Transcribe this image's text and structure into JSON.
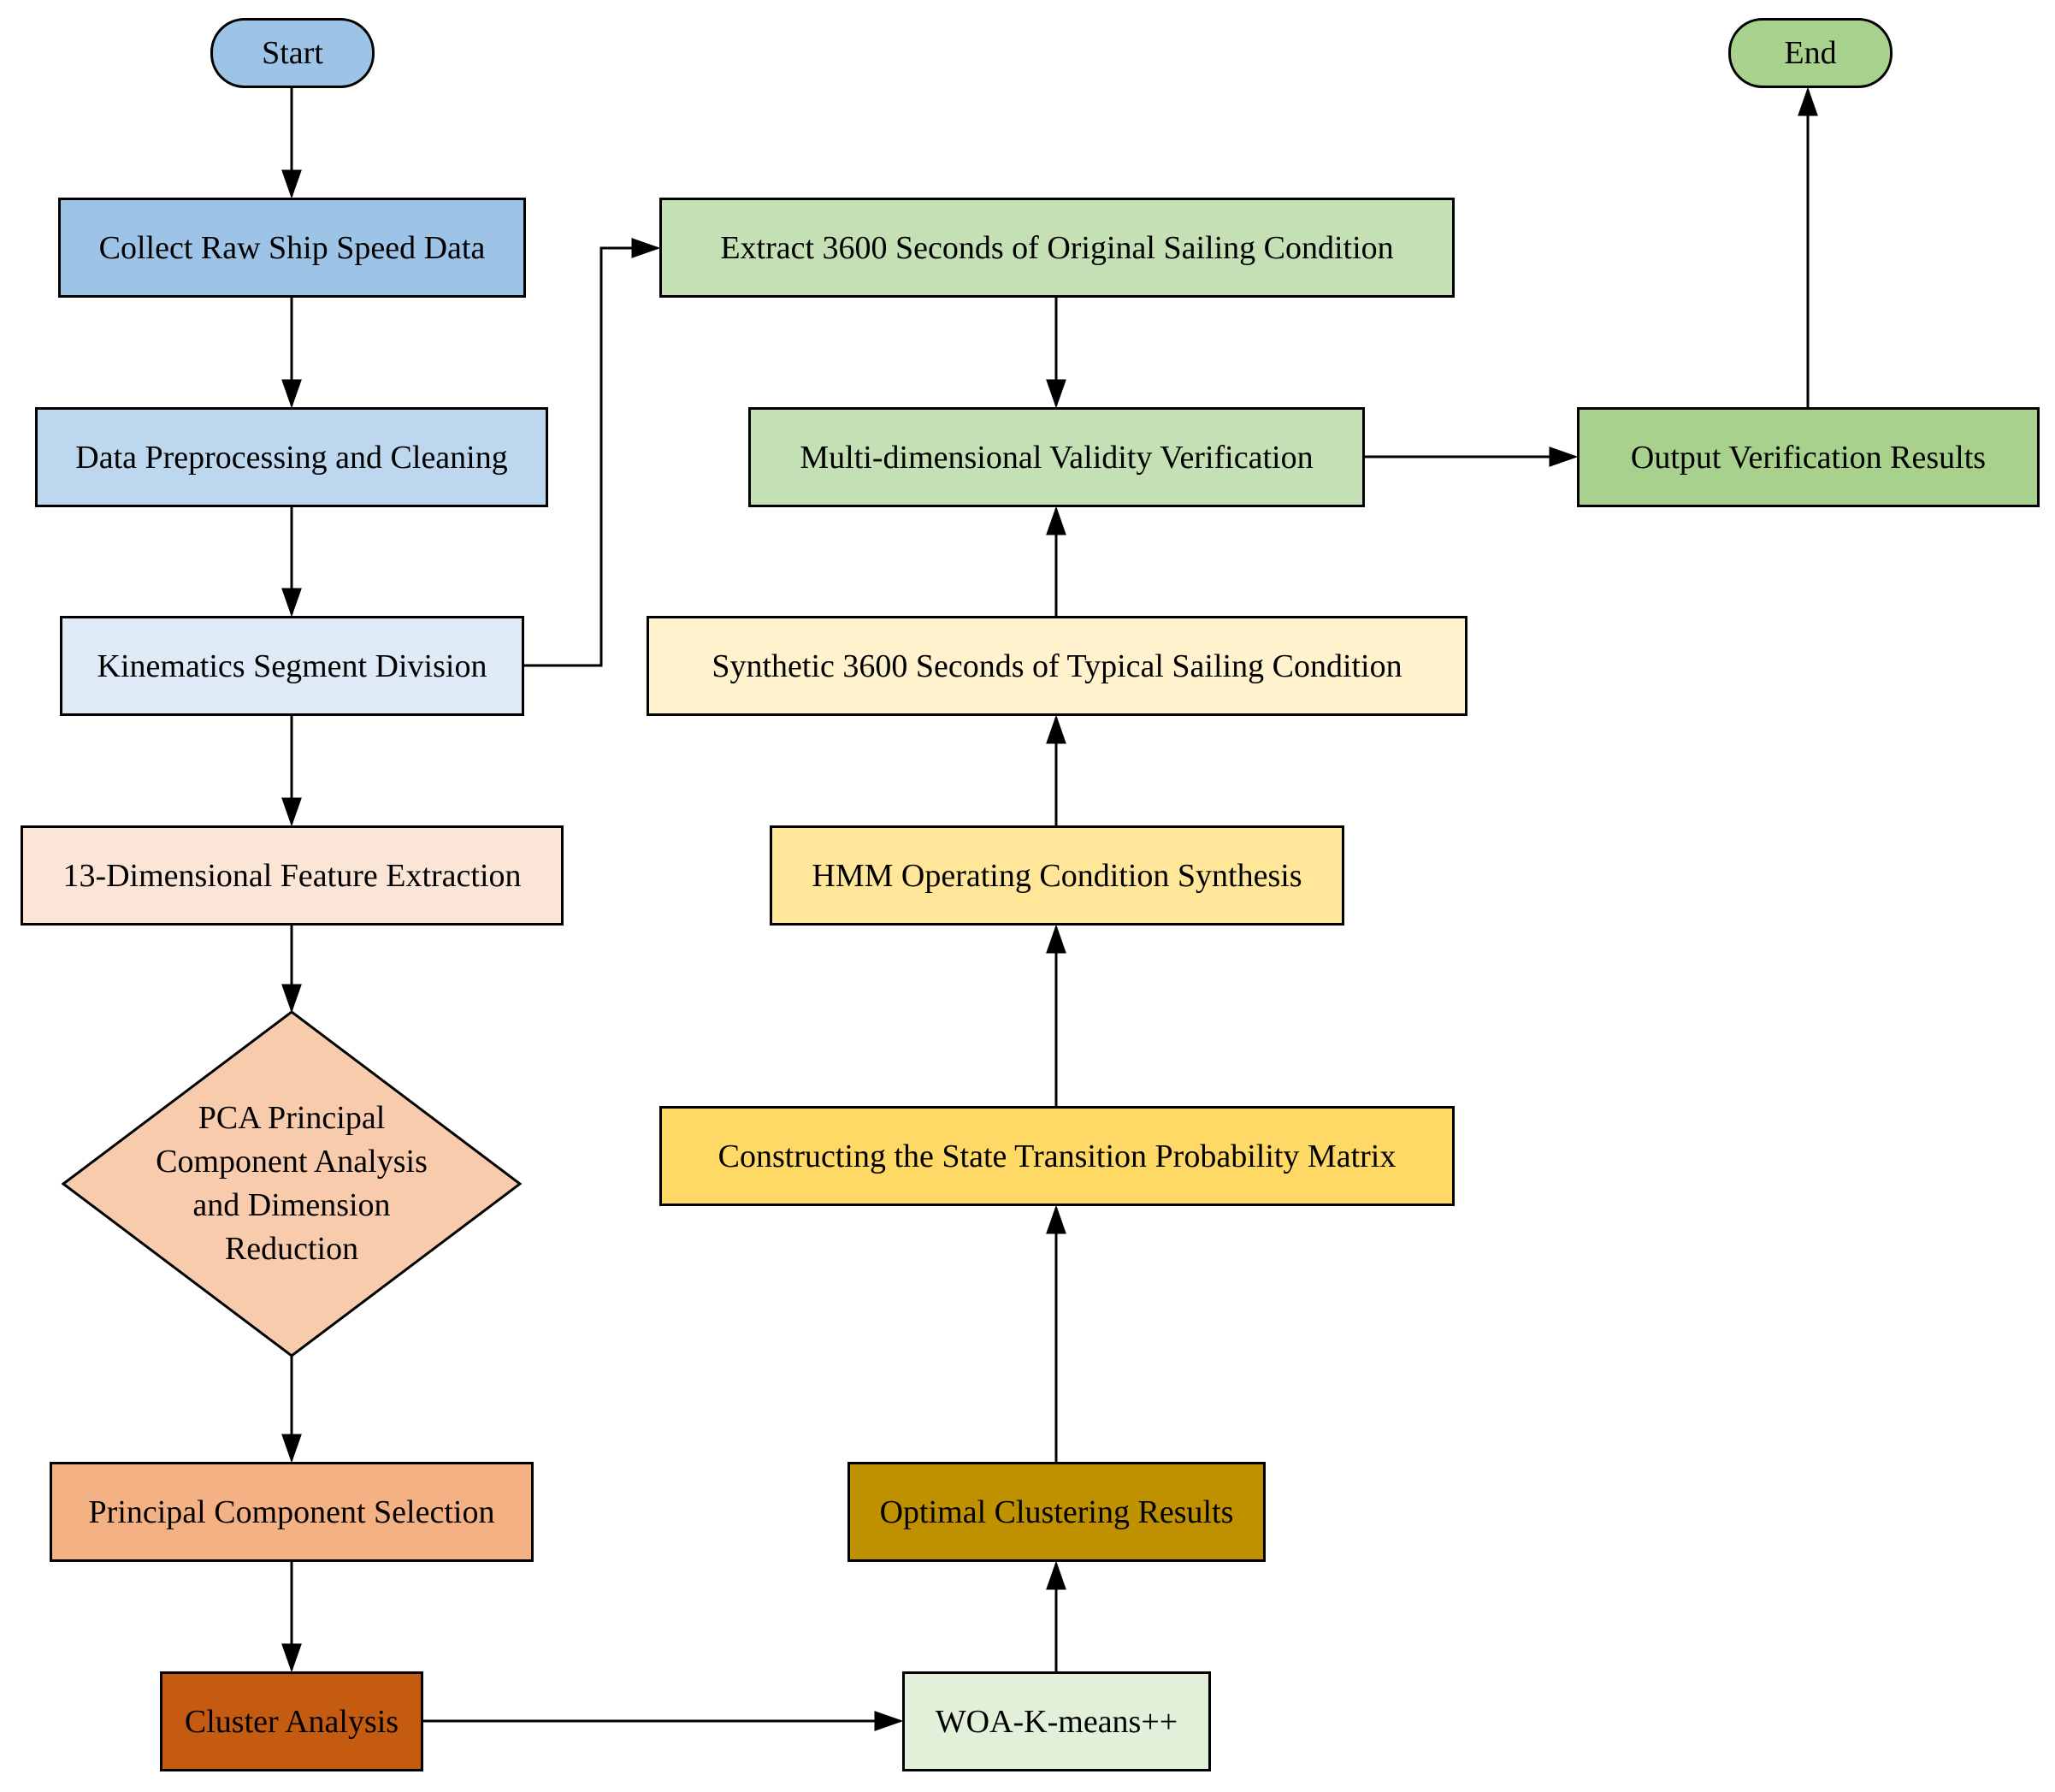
{
  "nodes": {
    "start": "Start",
    "end": "End",
    "collect": "Collect Raw Ship Speed Data",
    "preprocess": "Data Preprocessing and Cleaning",
    "kinematics": "Kinematics Segment Division",
    "feature": "13-Dimensional Feature Extraction",
    "pca_lines": [
      "PCA Principal",
      "Component Analysis",
      "and Dimension",
      "Reduction"
    ],
    "principal": "Principal Component Selection",
    "cluster": "Cluster Analysis",
    "woa": "WOA-K-means++",
    "optimal": "Optimal Clustering Results",
    "matrix": "Constructing the State Transition Probability Matrix",
    "hmm": "HMM Operating Condition Synthesis",
    "synthetic": "Synthetic 3600 Seconds of Typical Sailing Condition",
    "multi": "Multi-dimensional Validity Verification",
    "extract": "Extract 3600 Seconds of Original Sailing Condition",
    "output": "Output Verification Results"
  },
  "colors": {
    "start": "#9dc3e6",
    "end": "#a9d18e",
    "collect": "#9dc3e6",
    "preprocess": "#bdd7ee",
    "kinematics": "#deebf7",
    "feature": "#fbe5d6",
    "pca": "#f8cbad",
    "principal": "#f4b183",
    "cluster": "#c55a11",
    "woa": "#e2f0d9",
    "optimal": "#bf9000",
    "matrix": "#ffd966",
    "hmm": "#ffe699",
    "synthetic": "#fff2cc",
    "multi": "#c5e0b4",
    "extract": "#c5e0b4",
    "output": "#a9d18e"
  }
}
